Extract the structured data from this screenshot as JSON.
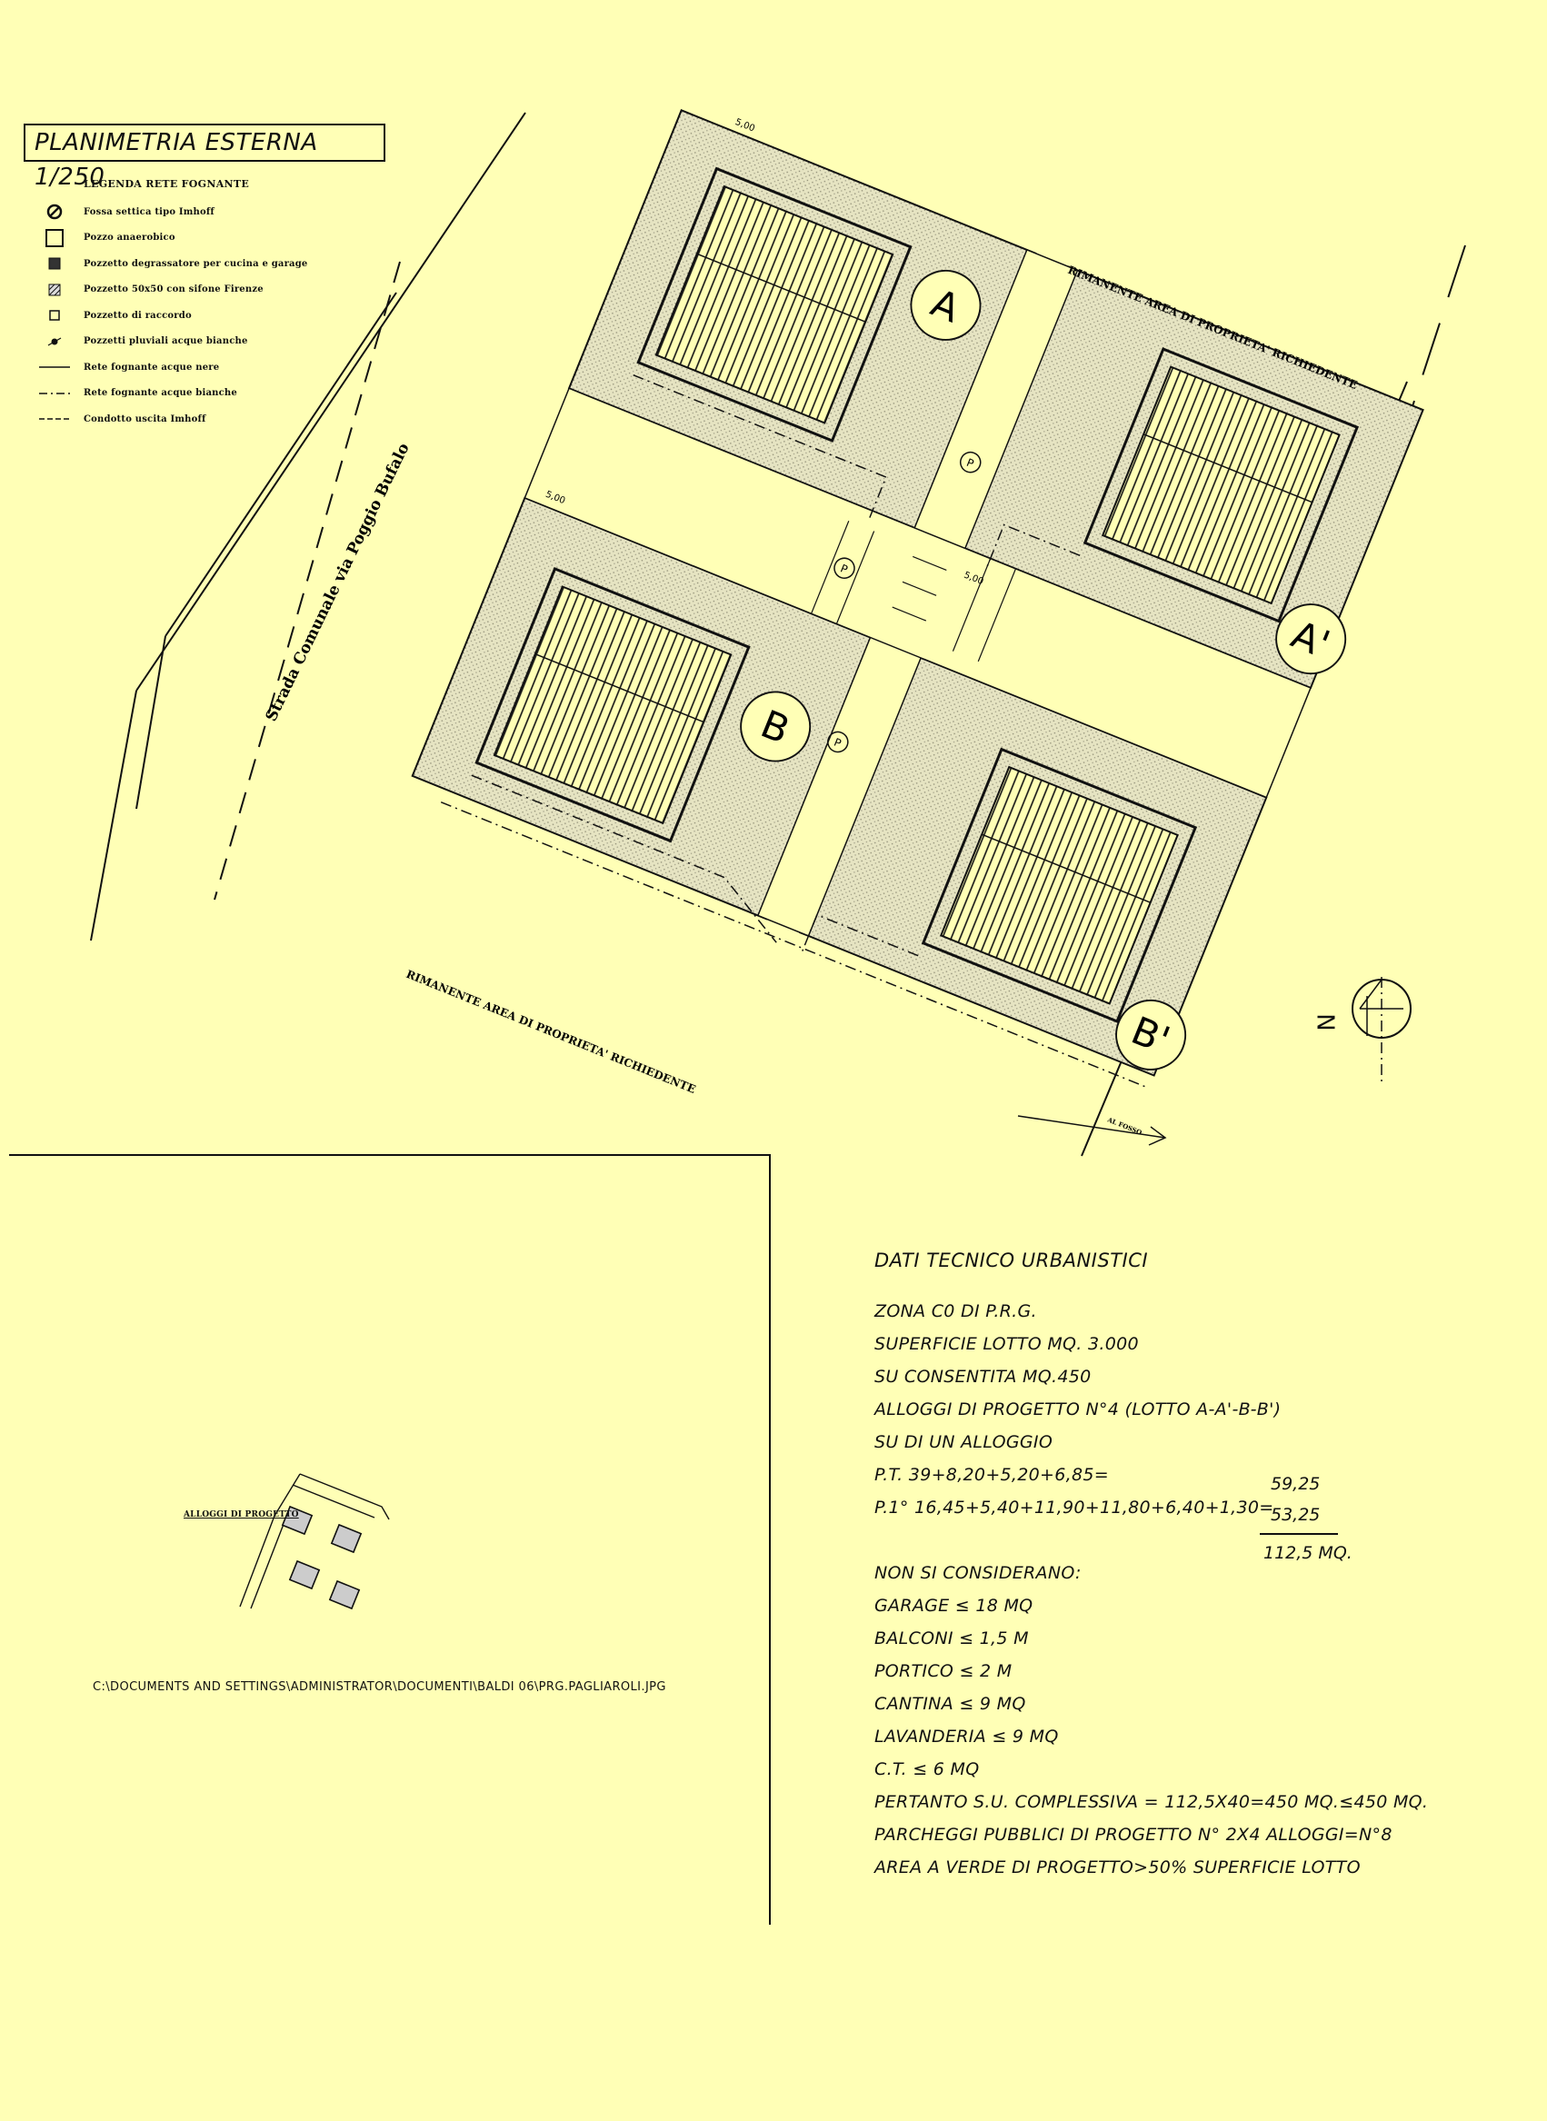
{
  "title": "PLANIMETRIA ESTERNA 1/250",
  "legend": {
    "title": "LEGENDA RETE FOGNANTE",
    "items": [
      {
        "icon": "imhoff-symbol",
        "label": "Fossa settica tipo Imhoff"
      },
      {
        "icon": "square-symbol",
        "label": "Pozzo anaerobico"
      },
      {
        "icon": "filled-square-symbol",
        "label": "Pozzetto degrassatore per cucina e garage"
      },
      {
        "icon": "hatched-square-symbol",
        "label": "Pozzetto 50x50 con sifone Firenze"
      },
      {
        "icon": "small-square-symbol",
        "label": "Pozzetto di raccordo"
      },
      {
        "icon": "rain-well-symbol",
        "label": "Pozzetti pluviali acque bianche"
      },
      {
        "icon": "solid-line-symbol",
        "label": "Rete fognante acque nere"
      },
      {
        "icon": "dash-dot-line-symbol",
        "label": "Rete fognante acque bianche"
      },
      {
        "icon": "dashed-line-symbol",
        "label": "Condotto uscita Imhoff"
      }
    ]
  },
  "plan": {
    "street_label": "Strada Comunale via Poggio Bufalo",
    "remaining_area_top": "RIMANENTE AREA DI PROPRIETA' RICHIEDENTE",
    "remaining_area_bottom": "RIMANENTE AREA DI PROPRIETA' RICHIEDENTE",
    "to_ditch": "AL FOSSO",
    "dim_1": "5,00",
    "dim_2": "5,00",
    "dim_3": "5,00",
    "lots": [
      {
        "label": "A"
      },
      {
        "label": "A'"
      },
      {
        "label": "B"
      },
      {
        "label": "B'"
      }
    ],
    "parking_symbol": "P",
    "north": "N"
  },
  "keymap": {
    "label": "ALLOGGI DI PROGETTO"
  },
  "file_path": "C:\\DOCUMENTS AND SETTINGS\\ADMINISTRATOR\\DOCUMENTI\\BALDI 06\\PRG.PAGLIAROLI.JPG",
  "data": {
    "title": "DATI TECNICO URBANISTICI",
    "lines": [
      "ZONA C0 DI P.R.G.",
      "SUPERFICIE LOTTO MQ. 3.000",
      "SU CONSENTITA MQ.450",
      "ALLOGGI DI PROGETTO N°4 (LOTTO A-A'-B-B')",
      "SU DI UN ALLOGGIO",
      "P.T. 39+8,20+5,20+6,85=",
      "P.1° 16,45+5,40+11,90+11,80+6,40+1,30=",
      "",
      "NON SI CONSIDERANO:",
      "GARAGE ≤ 18 MQ",
      "BALCONI ≤ 1,5 M",
      "PORTICO ≤ 2 M",
      "CANTINA ≤ 9 MQ",
      "LAVANDERIA ≤ 9 MQ",
      "C.T. ≤ 6 MQ",
      "PERTANTO S.U. COMPLESSIVA = 112,5X40=450 MQ.≤450 MQ.",
      "PARCHEGGI PUBBLICI DI PROGETTO N° 2X4 ALLOGGI=N°8",
      "AREA A VERDE DI PROGETTO>50% SUPERFICIE LOTTO"
    ],
    "sum_pt": "59,25",
    "sum_p1": "53,25",
    "total": "112,5 MQ."
  }
}
